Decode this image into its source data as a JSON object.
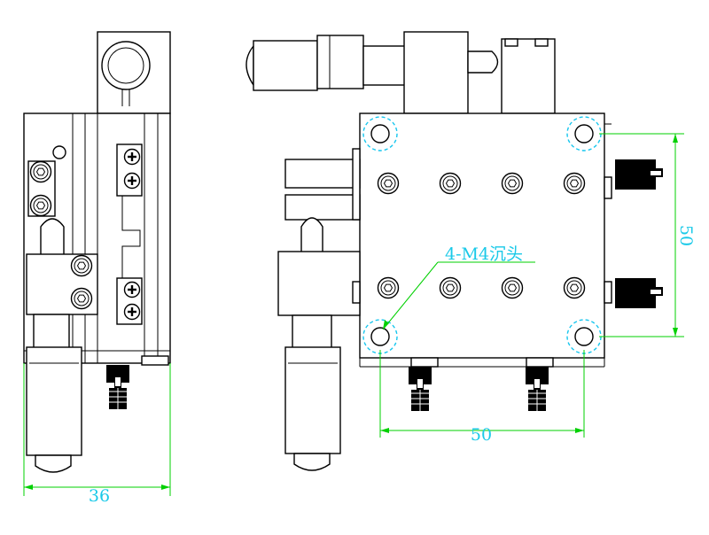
{
  "colors": {
    "line": "#000000",
    "dimension_line": "#00d000",
    "dimension_text": "#19c9e8",
    "highlight_circle": "#16c6ee",
    "background": "#ffffff"
  },
  "dimensions": {
    "side_width": "36",
    "front_width": "50",
    "front_height": "50"
  },
  "annotation": {
    "holes": "4-M4沉头"
  }
}
